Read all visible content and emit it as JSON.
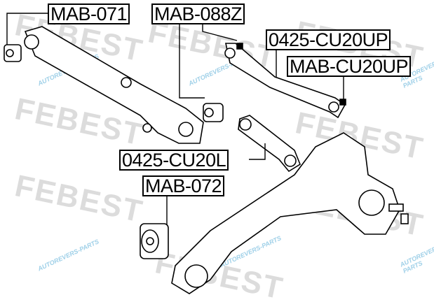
{
  "labels": {
    "mab071": "MAB-071",
    "mab088z": "MAB-088Z",
    "cu20up_arm": "0425-CU20UP",
    "mab_cu20up": "MAB-CU20UP",
    "cu20l_arm": "0425-CU20L",
    "mab072": "MAB-072"
  },
  "watermarks": {
    "brand": "FEBEST",
    "site": "AUTOREVERS-PARTS"
  }
}
